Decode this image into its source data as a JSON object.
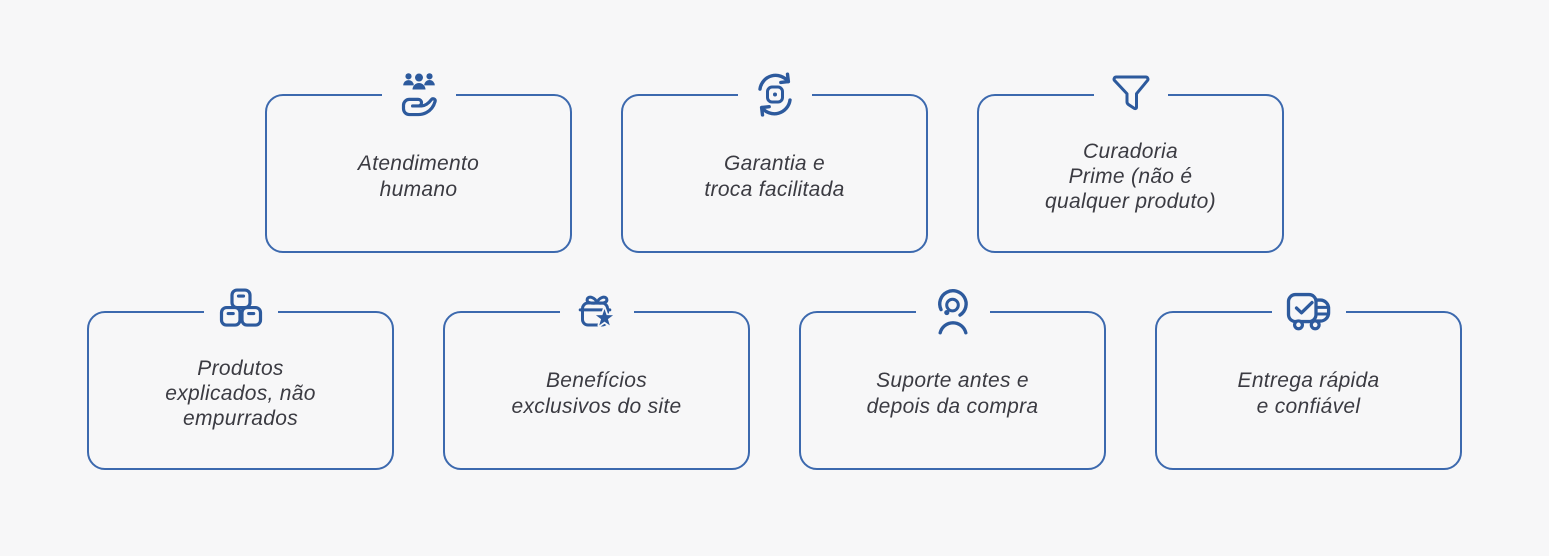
{
  "theme": {
    "background": "#f7f7f8",
    "card_border": "#3c69ae",
    "icon_color": "#2d5a9d",
    "text_color": "#3b3b42"
  },
  "cards": [
    {
      "id": "atendimento-humano",
      "icon": "hand-holding-people-icon",
      "text": "Atendimento\nhumano"
    },
    {
      "id": "garantia-troca",
      "icon": "exchange-rotate-icon",
      "text": "Garantia e\ntroca facilitada"
    },
    {
      "id": "curadoria-prime",
      "icon": "funnel-icon",
      "text": "Curadoria\nPrime (não é\nqualquer produto)"
    },
    {
      "id": "produtos-explicados",
      "icon": "stacked-boxes-icon",
      "text": "Produtos\nexplicados, não\nempurrados"
    },
    {
      "id": "beneficios-exclusivos",
      "icon": "gift-star-icon",
      "text": "Benefícios\nexclusivos do site"
    },
    {
      "id": "suporte-compra",
      "icon": "support-agent-icon",
      "text": "Suporte antes e\ndepois da compra"
    },
    {
      "id": "entrega-rapida",
      "icon": "delivery-truck-check-icon",
      "text": "Entrega rápida\ne confiável"
    }
  ]
}
